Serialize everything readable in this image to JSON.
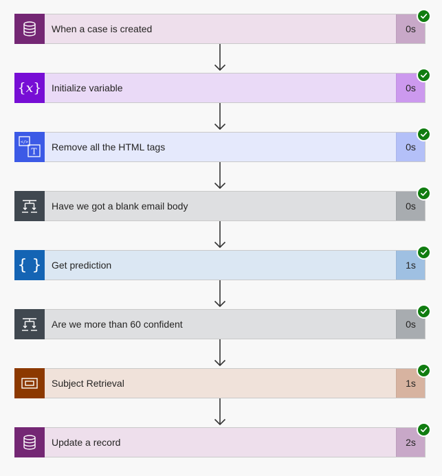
{
  "steps": [
    {
      "title": "When a case is created",
      "duration": "0s",
      "icon": "database-icon",
      "icon_color": "#742774",
      "bg": "#eedfec",
      "dur_bg": "#c8a8c8"
    },
    {
      "title": "Initialize variable",
      "duration": "0s",
      "icon": "variable-icon",
      "icon_color": "#770ed5",
      "bg": "#eadaf7",
      "dur_bg": "#cc99ee"
    },
    {
      "title": "Remove all the HTML tags",
      "duration": "0s",
      "icon": "html-to-text-icon",
      "icon_color": "#3c5ae6",
      "bg": "#e5e9fc",
      "dur_bg": "#b4c0f8"
    },
    {
      "title": "Have we got a blank email body",
      "duration": "0s",
      "icon": "condition-icon",
      "icon_color": "#404850",
      "bg": "#dedfe1",
      "dur_bg": "#a8acb0"
    },
    {
      "title": "Get prediction",
      "duration": "1s",
      "icon": "json-braces-icon",
      "icon_color": "#1464b4",
      "bg": "#dbe7f3",
      "dur_bg": "#9fc0e2"
    },
    {
      "title": "Are we more than 60 confident",
      "duration": "0s",
      "icon": "condition-icon",
      "icon_color": "#404850",
      "bg": "#dedfe1",
      "dur_bg": "#a8acb0"
    },
    {
      "title": "Subject Retrieval",
      "duration": "1s",
      "icon": "scope-icon",
      "icon_color": "#8c3900",
      "bg": "#f0e2da",
      "dur_bg": "#d7b3a0"
    },
    {
      "title": "Update a record",
      "duration": "2s",
      "icon": "database-icon",
      "icon_color": "#742774",
      "bg": "#eedfec",
      "dur_bg": "#c8a8c8"
    }
  ],
  "status_icon": "success-check-icon",
  "status_color": "#107c10",
  "connector_icon": "arrow-down-icon"
}
